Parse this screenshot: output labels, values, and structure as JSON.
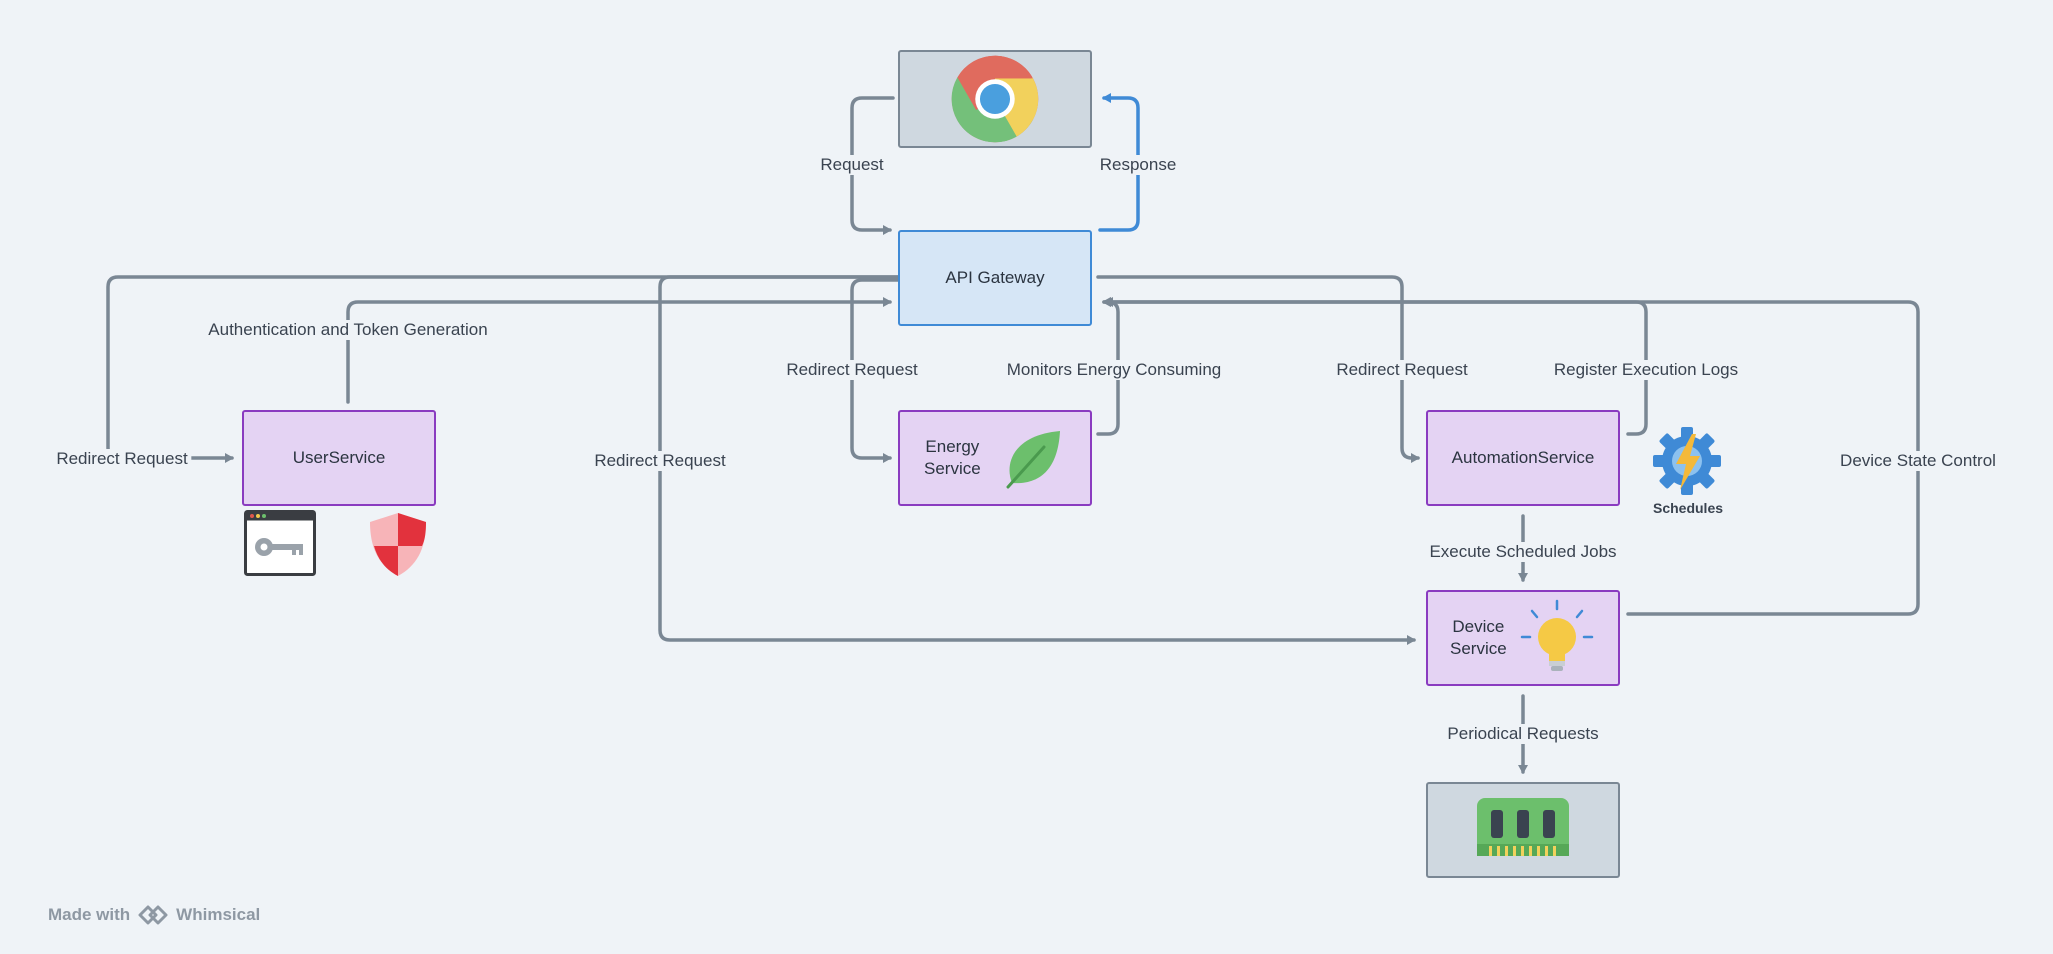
{
  "nodes": {
    "browser": "",
    "api_gateway": "API Gateway",
    "user_service": "UserService",
    "energy_service_line1": "Energy",
    "energy_service_line2": "Service",
    "automation_service": "AutomationService",
    "device_service_line1": "Device",
    "device_service_line2": "Service",
    "hardware": ""
  },
  "edges": {
    "request": "Request",
    "response": "Response",
    "auth_token": "Authentication and Token Generation",
    "redirect_left": "Redirect Request",
    "redirect_mid": "Redirect Request",
    "redirect_energy": "Redirect Request",
    "monitors_energy": "Monitors Energy Consuming",
    "redirect_automation": "Redirect Request",
    "register_logs": "Register Execution Logs",
    "device_state": "Device State Control",
    "execute_jobs": "Execute Scheduled Jobs",
    "periodical": "Periodical Requests"
  },
  "icons": {
    "schedules_label": "Schedules",
    "browser_icon": "chrome-icon",
    "key_icon": "key-window-icon",
    "shield_icon": "shield-icon",
    "leaf_icon": "leaf-icon",
    "gear_icon": "gear-bolt-icon",
    "bulb_icon": "lightbulb-icon",
    "chip_icon": "memory-chip-icon"
  },
  "footer": {
    "made_with": "Made with",
    "brand": "Whimsical"
  },
  "colors": {
    "service_fill": "#e4d3f3",
    "service_border": "#8a3bc0",
    "gateway_fill": "#d6e6f6",
    "gateway_border": "#3f8ad6",
    "connector": "#7a8794",
    "response_connector": "#3f8ad6"
  }
}
